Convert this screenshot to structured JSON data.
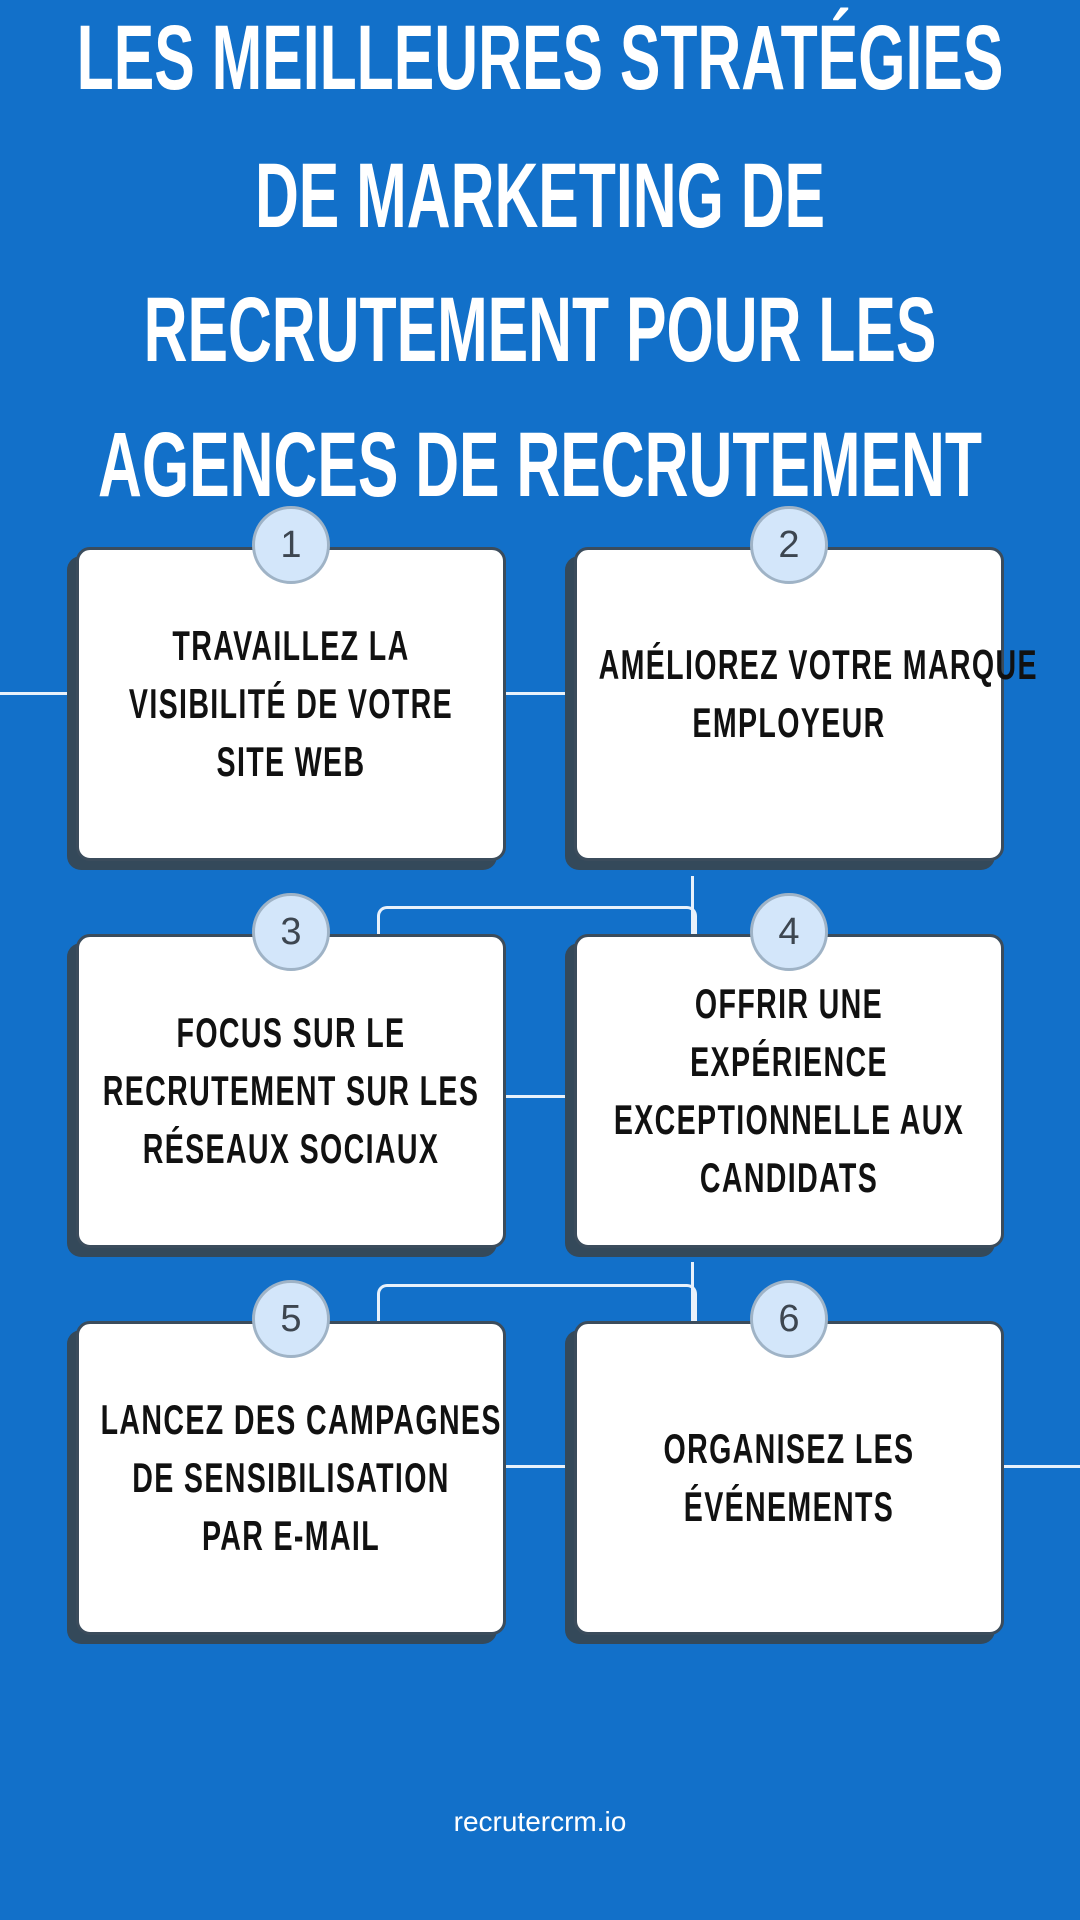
{
  "title_lines": [
    "LES MEILLEURES STRATÉGIES",
    "DE MARKETING DE",
    "RECRUTEMENT POUR LES",
    "AGENCES DE RECRUTEMENT"
  ],
  "steps": [
    {
      "number": "1",
      "lines": [
        "TRAVAILLEZ LA",
        "VISIBILITÉ DE VOTRE",
        "SITE WEB"
      ]
    },
    {
      "number": "2",
      "lines": [
        "AMÉLIOREZ VOTRE MARQUE",
        "EMPLOYEUR"
      ]
    },
    {
      "number": "3",
      "lines": [
        "FOCUS SUR LE",
        "RECRUTEMENT SUR LES",
        "RÉSEAUX SOCIAUX"
      ]
    },
    {
      "number": "4",
      "lines": [
        "OFFRIR UNE",
        "EXPÉRIENCE",
        "EXCEPTIONNELLE AUX",
        "CANDIDATS"
      ]
    },
    {
      "number": "5",
      "lines": [
        "LANCEZ DES CAMPAGNES",
        "DE SENSIBILISATION",
        "PAR E-MAIL"
      ]
    },
    {
      "number": "6",
      "lines": [
        "ORGANISEZ LES",
        "ÉVÉNEMENTS"
      ]
    }
  ],
  "footer": "recrutercrm.io",
  "colors": {
    "background": "#1270c9",
    "card": "#ffffff",
    "shadow": "#34495a",
    "badge": "#d3e6fa"
  }
}
